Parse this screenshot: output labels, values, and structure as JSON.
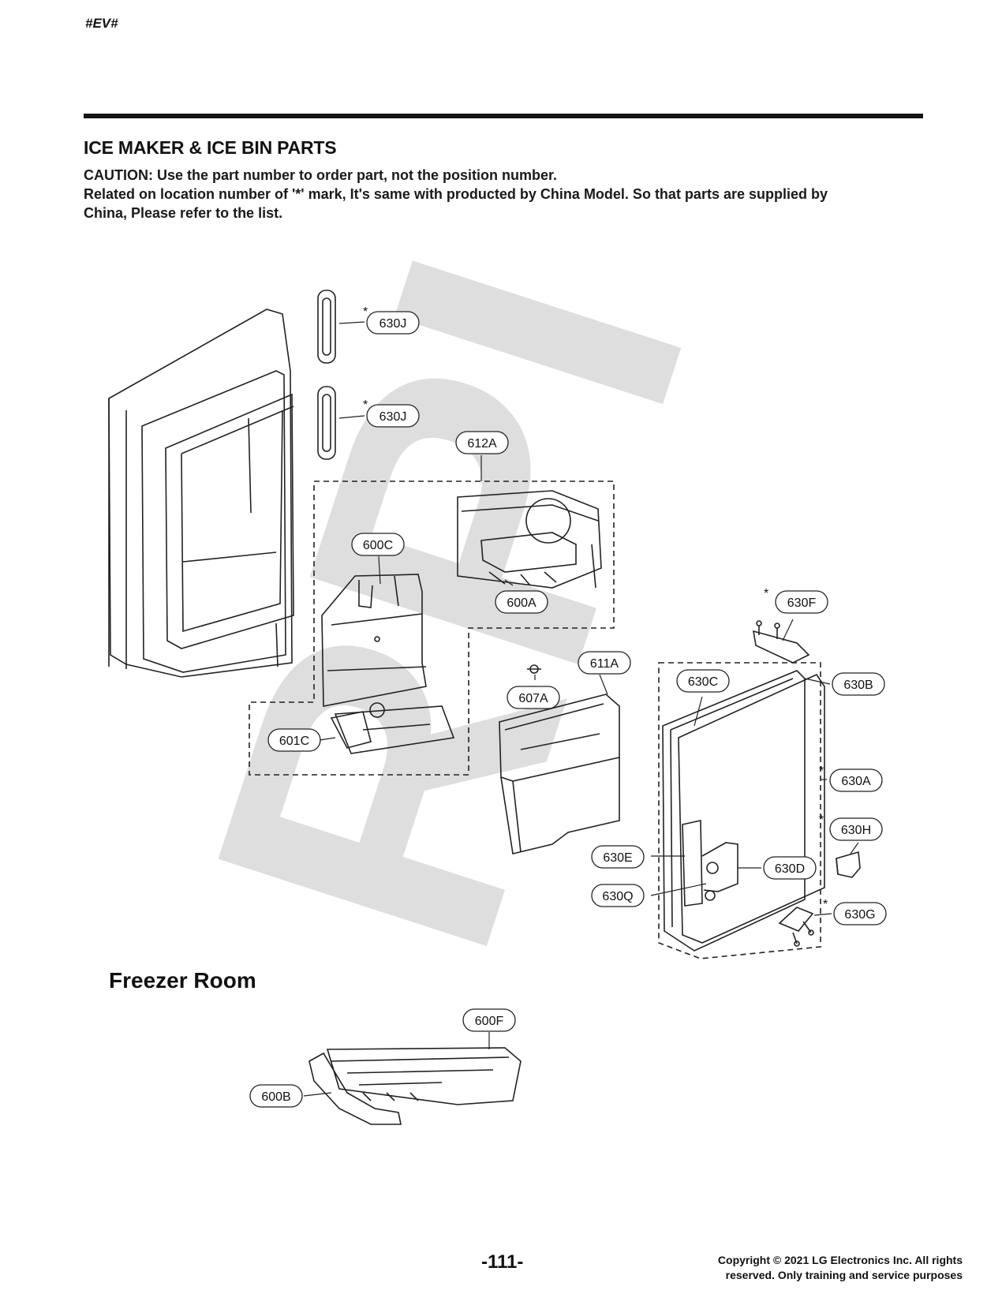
{
  "header": {
    "code": "#EV#"
  },
  "section": {
    "title": "ICE MAKER & ICE BIN PARTS",
    "caution_lines": [
      "CAUTION: Use the part number to order part, not the position number.",
      "Related on location number of '*' mark, It's same with producted by China Model. So that parts are supplied by",
      "China, Please refer to the list."
    ]
  },
  "watermark": "RPI",
  "callouts": [
    {
      "label": "630J",
      "star": "*"
    },
    {
      "label": "630J",
      "star": "*"
    },
    {
      "label": "612A",
      "star": ""
    },
    {
      "label": "600C",
      "star": ""
    },
    {
      "label": "600A",
      "star": ""
    },
    {
      "label": "630F",
      "star": "*"
    },
    {
      "label": "611A",
      "star": ""
    },
    {
      "label": "630C",
      "star": ""
    },
    {
      "label": "630B",
      "star": ""
    },
    {
      "label": "607A",
      "star": ""
    },
    {
      "label": "601C",
      "star": ""
    },
    {
      "label": "630A",
      "star": "*"
    },
    {
      "label": "630H",
      "star": "*"
    },
    {
      "label": "630E",
      "star": ""
    },
    {
      "label": "630D",
      "star": ""
    },
    {
      "label": "630Q",
      "star": ""
    },
    {
      "label": "630G",
      "star": "*"
    },
    {
      "label": "600F",
      "star": ""
    },
    {
      "label": "600B",
      "star": ""
    }
  ],
  "subsection": {
    "title": "Freezer Room"
  },
  "footer": {
    "page_number": "-111-",
    "copyright_lines": [
      "Copyright © 2021 LG Electronics Inc. All rights",
      "reserved. Only training and service purposes"
    ]
  }
}
